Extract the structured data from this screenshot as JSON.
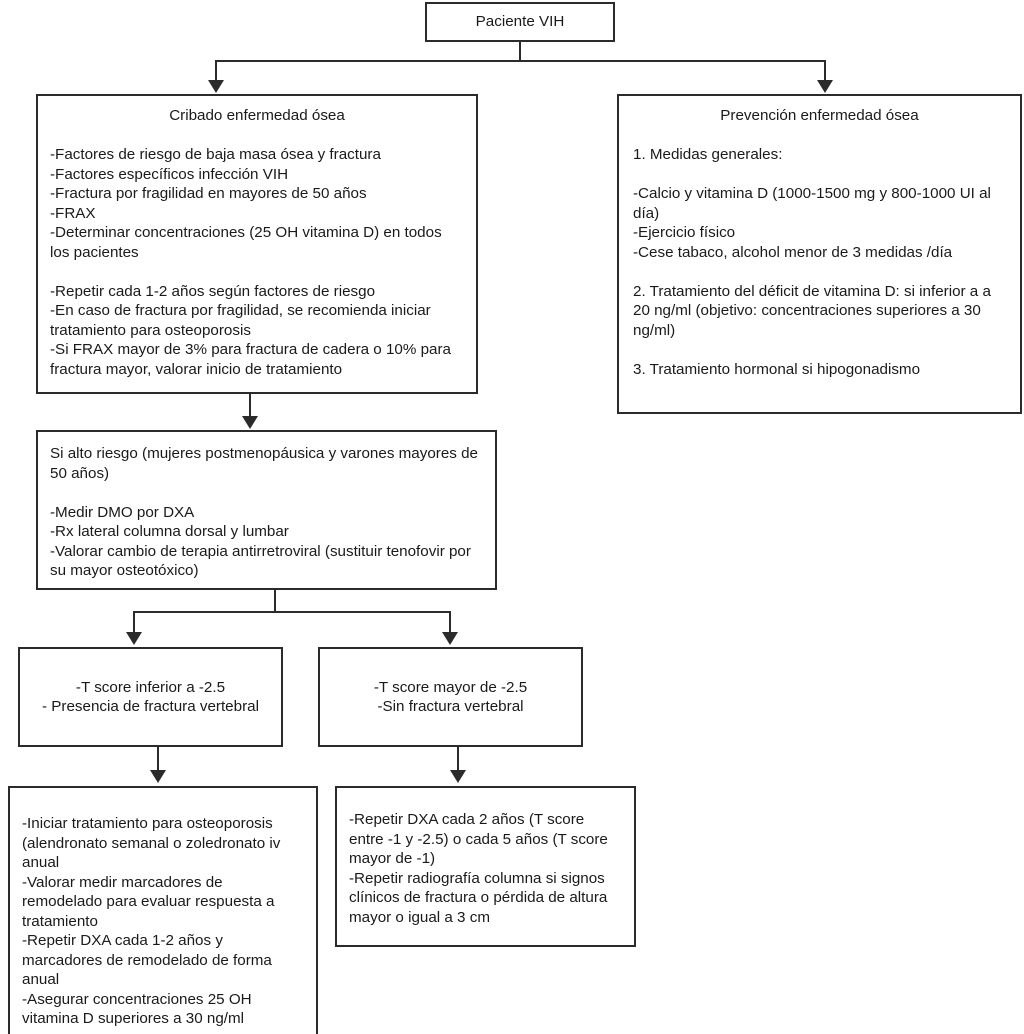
{
  "diagram": {
    "title": "Paciente VIH",
    "nodes": {
      "root": {
        "label": "Paciente VIH"
      },
      "cribado": {
        "title": "Cribado enfermedad ósea",
        "block1": "-Factores de riesgo de baja masa ósea y fractura\n-Factores específicos infección VIH\n-Fractura por fragilidad en mayores de 50 años\n-FRAX\n-Determinar concentraciones (25 OH vitamina D) en todos los pacientes",
        "block2": "-Repetir cada 1-2 años según factores de riesgo\n-En caso de fractura por fragilidad, se recomienda iniciar tratamiento para osteoporosis\n-Si FRAX mayor de 3% para fractura de cadera o 10% para fractura mayor, valorar inicio de tratamiento"
      },
      "prevencion": {
        "title": "Prevención enfermedad ósea",
        "block1": "1. Medidas generales:",
        "block2": "-Calcio y vitamina D (1000-1500 mg y 800-1000 UI al día)\n-Ejercicio físico\n-Cese tabaco, alcohol menor de 3 medidas /día",
        "block3": "2. Tratamiento del déficit de vitamina D: si inferior a a 20 ng/ml (objetivo: concentraciones superiores a 30 ng/ml)",
        "block4": "3. Tratamiento hormonal si hipogonadismo"
      },
      "alto_riesgo": {
        "block1": "Si alto riesgo (mujeres postmenopáusica y varones mayores de 50 años)",
        "block2": "-Medir DMO por DXA\n-Rx lateral columna dorsal y lumbar\n-Valorar cambio de terapia antirretroviral (sustituir tenofovir por su mayor osteotóxico)"
      },
      "tscore_bajo": {
        "text": "-T score inferior a -2.5\n- Presencia de fractura vertebral"
      },
      "tscore_alto": {
        "text": "-T score mayor de -2.5\n-Sin fractura vertebral"
      },
      "tratamiento": {
        "text": "-Iniciar tratamiento para osteoporosis (alendronato semanal o zoledronato iv anual\n-Valorar medir marcadores de remodelado para evaluar respuesta a tratamiento\n-Repetir DXA cada 1-2 años y marcadores de remodelado de forma anual\n-Asegurar concentraciones 25 OH vitamina D superiores a 30 ng/ml"
      },
      "seguimiento": {
        "text": "-Repetir DXA cada 2 años (T score entre -1 y -2.5) o cada 5 años (T score mayor de -1)\n-Repetir radiografía columna si signos clínicos de fractura o pérdida de altura mayor o igual a 3 cm"
      }
    },
    "colors": {
      "border": "#2b2b2b",
      "text": "#1a1a1a",
      "background": "#ffffff"
    }
  }
}
